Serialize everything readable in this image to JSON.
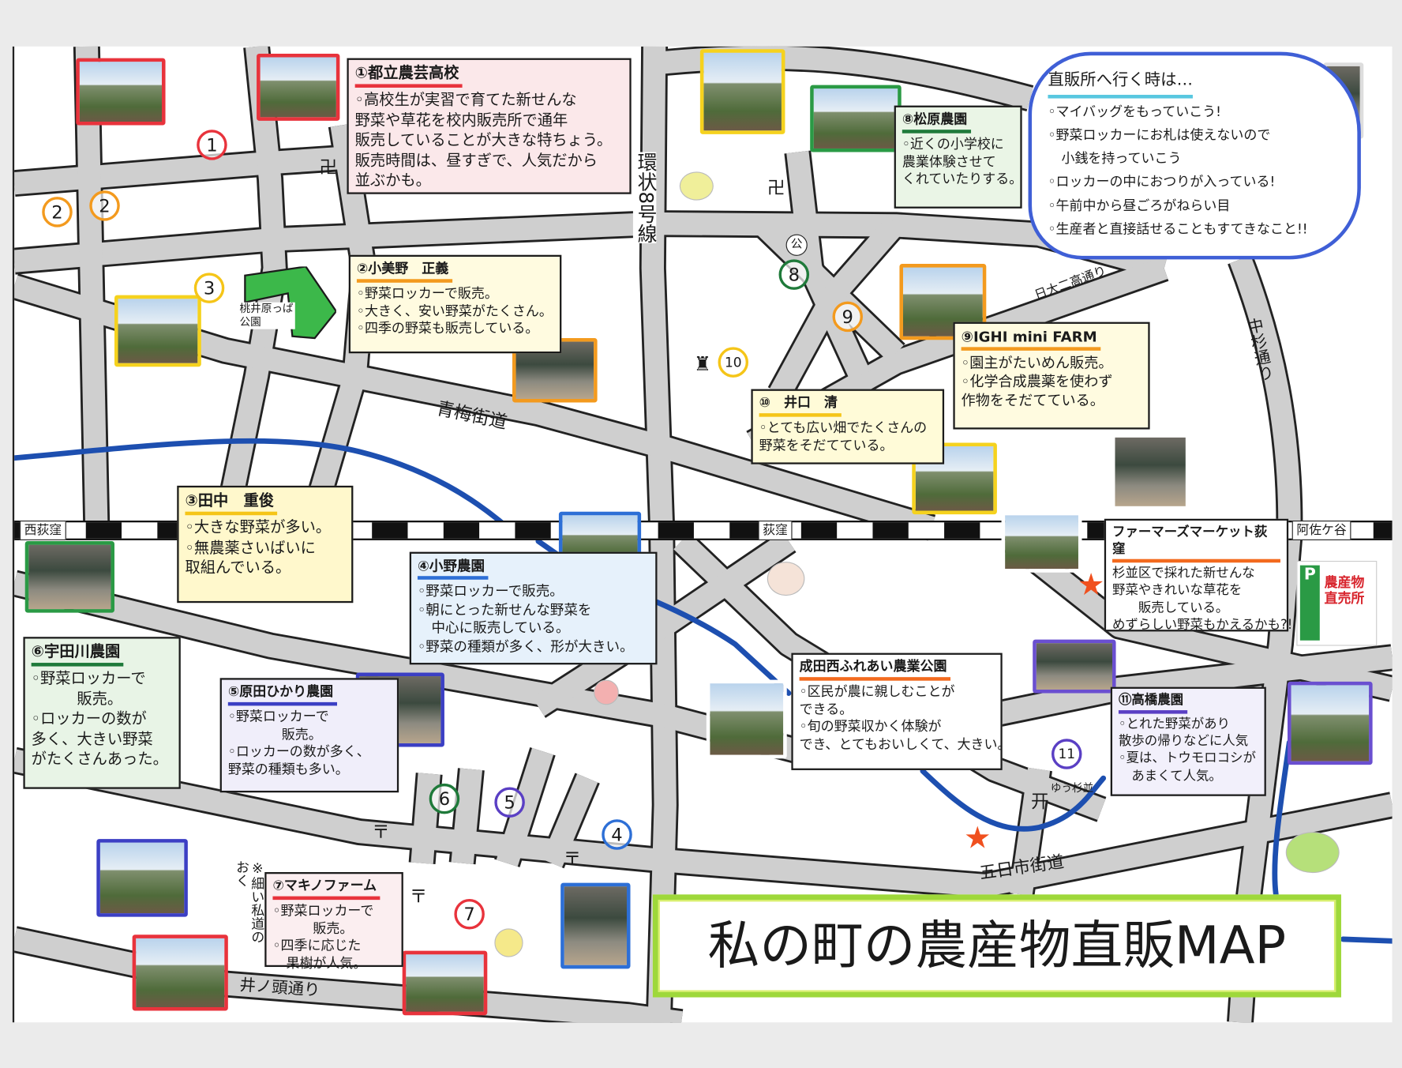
{
  "map_title": "私の町の農産物直販MAP",
  "boxes": [
    {
      "id": "b1",
      "title": "①都立農芸高校",
      "accent": "#e8333c",
      "lines": [
        "◦高校生が実習で育てた新せんな",
        "野菜や草花を校内販売所で通年",
        "販売していることが大きな特ちょう。",
        "販売時間は、昼すぎで、人気だから",
        "並ぶかも。"
      ]
    },
    {
      "id": "b2",
      "title": "②小美野　正義",
      "accent": "#f39a1e",
      "lines": [
        "◦野菜ロッカーで販売。",
        "◦大きく、安い野菜がたくさん。",
        "◦四季の野菜も販売している。"
      ]
    },
    {
      "id": "b3",
      "title": "③田中　重俊",
      "accent": "#f5c518",
      "lines": [
        "◦大きな野菜が多い。",
        "◦無農薬さいばいに",
        "取組んでいる。"
      ]
    },
    {
      "id": "b4",
      "title": "④小野農園",
      "accent": "#2d6fd6",
      "lines": [
        "◦野菜ロッカーで販売。",
        "◦朝にとった新せんな野菜を",
        "　中心に販売している。",
        "◦野菜の種類が多く、形が大きい。"
      ]
    },
    {
      "id": "b5",
      "title": "⑤原田ひかり農園",
      "accent": "#3b3fc4",
      "lines": [
        "◦野菜ロッカーで",
        "　　　　販売。",
        "◦ロッカーの数が多く、",
        "野菜の種類も多い。"
      ]
    },
    {
      "id": "b6",
      "title": "⑥宇田川農園",
      "accent": "#1f7a3a",
      "lines": [
        "◦野菜ロッカーで",
        "　　　販売。",
        "◦ロッカーの数が",
        "多く、大きい野菜",
        "がたくさんあった。"
      ]
    },
    {
      "id": "b7",
      "title": "⑦マキノファーム",
      "accent": "#e8333c",
      "lines": [
        "◦野菜ロッカーで",
        "　　　販売。",
        "◦四季に応じた",
        "　果樹が人気。"
      ]
    },
    {
      "id": "b8",
      "title": "⑧松原農園",
      "accent": "#1f7a3a",
      "lines": [
        "◦近くの小学校に",
        "農業体験させて",
        "くれていたりする。"
      ]
    },
    {
      "id": "b9",
      "title": "⑨IGHI mini FARM",
      "accent": "#f39a1e",
      "lines": [
        "◦園主がたいめん販売。",
        "◦化学合成農薬を使わず",
        "作物をそだてている。"
      ]
    },
    {
      "id": "b10",
      "title": "⑩　井口　清",
      "accent": "#f5c518",
      "lines": [
        "◦とても広い畑でたくさんの",
        "野菜をそだてている。"
      ]
    },
    {
      "id": "b11",
      "title": "⑪高橋農園",
      "accent": "#5a3fc4",
      "lines": [
        "◦とれた野菜があり",
        "散歩の帰りなどに人気",
        "◦夏は、トウモロコシが",
        "　あまくて人気。"
      ]
    },
    {
      "id": "b12",
      "title": "成田西ふれあい農業公園",
      "accent": "#f36a1e",
      "lines": [
        "◦区民が農に親しむことが",
        "できる。",
        "◦旬の野菜収かく体験が",
        "でき、とてもおいしくて、大きい。"
      ]
    },
    {
      "id": "b13",
      "title": "ファーマーズマーケット荻窪",
      "accent": "#f36a1e",
      "lines": [
        "杉並区で採れた新せんな",
        "野菜やきれいな草花を",
        "　　販売している。",
        "めずらしい野菜もかえるかも?!"
      ]
    }
  ],
  "tips": {
    "title": "直販所へ行く時は…",
    "lines": [
      "◦マイバッグをもっていこう!",
      "◦野菜ロッカーにお札は使えないので",
      "　小銭を持っていこう",
      "◦ロッカーの中におつりが入っている!",
      "◦午前中から昼ごろがねらい目",
      "◦生産者と直接話せることもすてきなこと!!"
    ]
  },
  "markers": [
    {
      "id": "m1",
      "label": "1",
      "color": "#e8333c"
    },
    {
      "id": "m2a",
      "label": "2",
      "color": "#f39a1e"
    },
    {
      "id": "m2b",
      "label": "2",
      "color": "#f39a1e"
    },
    {
      "id": "m3",
      "label": "3",
      "color": "#f5c518"
    },
    {
      "id": "m4",
      "label": "4",
      "color": "#2d6fd6"
    },
    {
      "id": "m5",
      "label": "5",
      "color": "#5a3fc4"
    },
    {
      "id": "m6",
      "label": "6",
      "color": "#1f7a3a"
    },
    {
      "id": "m7",
      "label": "7",
      "color": "#e8333c"
    },
    {
      "id": "m8",
      "label": "8",
      "color": "#1f7a3a"
    },
    {
      "id": "m9",
      "label": "9",
      "color": "#f39a1e"
    },
    {
      "id": "m10",
      "label": "10",
      "color": "#f5c518"
    },
    {
      "id": "m11",
      "label": "11",
      "color": "#5a3fc4"
    }
  ],
  "stations": [
    {
      "id": "s1",
      "name": "西荻窪"
    },
    {
      "id": "s2",
      "name": "荻窪"
    },
    {
      "id": "s3",
      "name": "阿佐ケ谷"
    }
  ],
  "roads": {
    "kanpachi": "環状8号線",
    "ome": "青梅街道",
    "nichidai": "日大二高通り",
    "nakasugi": "中杉通り",
    "itsukaichi": "五日市街道",
    "inokashira": "井ノ頭通り"
  },
  "places": {
    "park": "桃井原っぱ公園",
    "private_road_note": "※細い私道のおく",
    "yuu_suginami": "ゆう杉並",
    "park_mark": "公",
    "temple_mark": "卍",
    "shrine_mark": "开",
    "post_mark": "〒"
  },
  "sign": {
    "p": "P",
    "text": "農産物直売所"
  },
  "photo_frames": [
    {
      "id": "p1",
      "color": "#e8333c"
    },
    {
      "id": "p2",
      "color": "#e8333c"
    },
    {
      "id": "p3",
      "color": "#f5d21e"
    },
    {
      "id": "p4",
      "color": "#2a9a45"
    },
    {
      "id": "p5",
      "color": "#f5d21e"
    },
    {
      "id": "p6",
      "color": "#f39a1e"
    },
    {
      "id": "p7",
      "color": "#f39a1e"
    },
    {
      "id": "p8",
      "color": "#f5d21e"
    },
    {
      "id": "p9",
      "color": "#ffffff"
    },
    {
      "id": "p10",
      "color": "#2d6fd6"
    },
    {
      "id": "p11",
      "color": "#ffffff"
    },
    {
      "id": "p12",
      "color": "#2a9a45"
    },
    {
      "id": "p13",
      "color": "#3b3fc4"
    },
    {
      "id": "p14",
      "color": "#ffffff"
    },
    {
      "id": "p15",
      "color": "#6a4fd0"
    },
    {
      "id": "p16",
      "color": "#6a4fd0"
    },
    {
      "id": "p17",
      "color": "#3b3fc4"
    },
    {
      "id": "p18",
      "color": "#e8333c"
    },
    {
      "id": "p19",
      "color": "#e8333c"
    },
    {
      "id": "p20",
      "color": "#2d6fd6"
    },
    {
      "id": "p21",
      "color": "#dddddd"
    }
  ],
  "colors": {
    "road": "#cfcfcf",
    "river": "#1d4fb0",
    "title_border": "#9ed83a",
    "cloud_border": "#3f5fd6"
  }
}
